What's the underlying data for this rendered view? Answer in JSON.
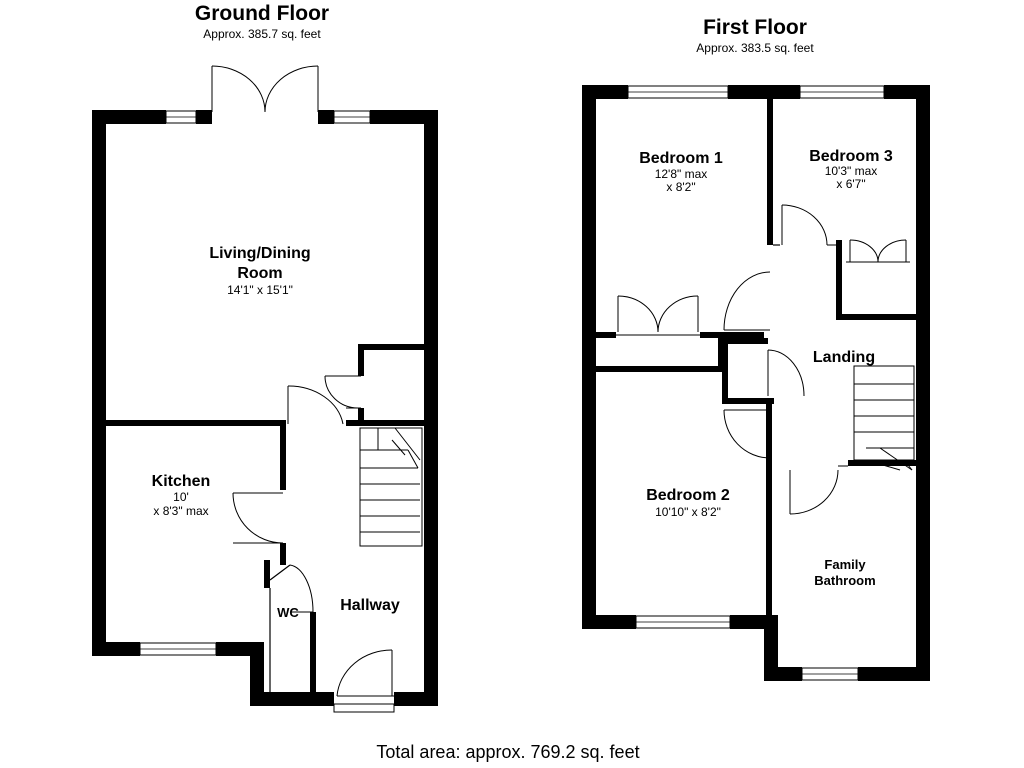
{
  "ground_floor": {
    "title": "Ground Floor",
    "area": "Approx. 385.7 sq. feet",
    "rooms": {
      "living": {
        "name_line1": "Living/Dining",
        "name_line2": "Room",
        "dims": "14'1\" x 15'1\""
      },
      "kitchen": {
        "name": "Kitchen",
        "dims_line1": "10'",
        "dims_line2": "x 8'3\" max"
      },
      "wc": {
        "name": "WC"
      },
      "hallway": {
        "name": "Hallway"
      }
    }
  },
  "first_floor": {
    "title": "First Floor",
    "area": "Approx. 383.5 sq. feet",
    "rooms": {
      "bedroom1": {
        "name": "Bedroom 1",
        "dims_line1": "12'8\" max",
        "dims_line2": "x 8'2\""
      },
      "bedroom3": {
        "name": "Bedroom 3",
        "dims_line1": "10'3\" max",
        "dims_line2": "x 6'7\""
      },
      "landing": {
        "name": "Landing"
      },
      "bedroom2": {
        "name": "Bedroom 2",
        "dims": "10'10\" x 8'2\""
      },
      "bathroom": {
        "name_line1": "Family",
        "name_line2": "Bathroom"
      }
    }
  },
  "total_area": "Total area: approx. 769.2 sq. feet"
}
